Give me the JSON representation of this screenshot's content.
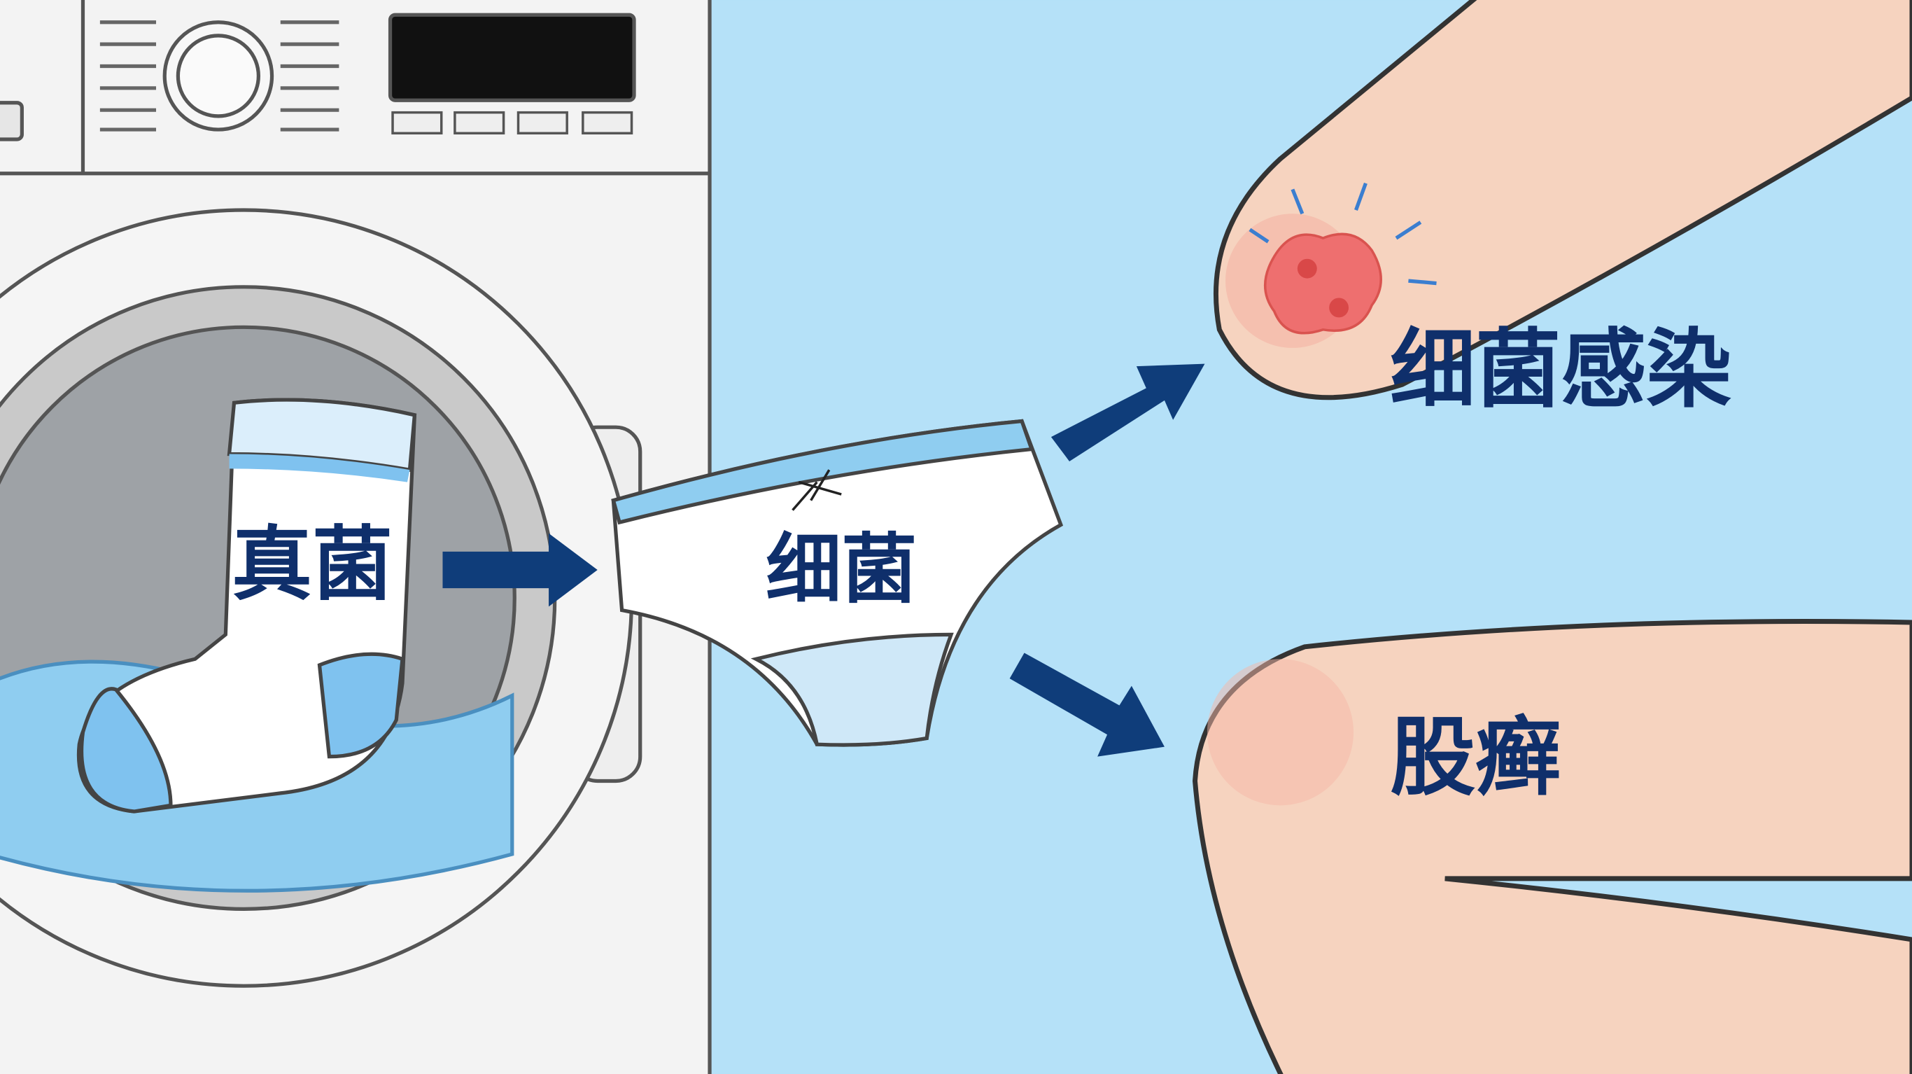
{
  "labels": {
    "sock": "真菌",
    "underwear": "细菌",
    "infection": "细菌感染",
    "tinea": "股癣"
  },
  "colors": {
    "background": "#b5e1f8",
    "machine": "#f3f3f3",
    "outline": "#555555",
    "text": "#0f2f6b",
    "arrow": "#0f3d7a",
    "skin": "#f6d3bf",
    "lesion": "#ee6f6f",
    "water": "#8fcdf0"
  },
  "icons": [
    "washing-machine",
    "sock",
    "underwear",
    "arm-with-lesion",
    "leg",
    "arrow-right"
  ]
}
